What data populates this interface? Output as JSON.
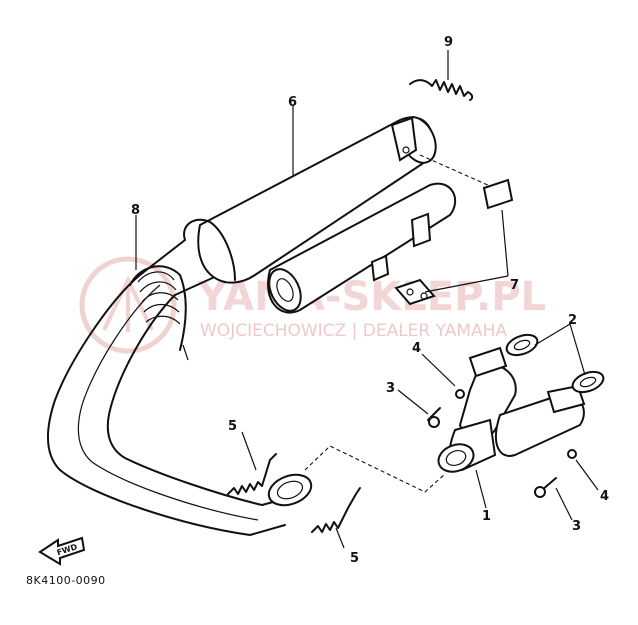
{
  "callouts": [
    {
      "id": "c1",
      "text": "1"
    },
    {
      "id": "c2",
      "text": "2"
    },
    {
      "id": "c3a",
      "text": "3"
    },
    {
      "id": "c3b",
      "text": "3"
    },
    {
      "id": "c4a",
      "text": "4"
    },
    {
      "id": "c4b",
      "text": "4"
    },
    {
      "id": "c5a",
      "text": "5"
    },
    {
      "id": "c5b",
      "text": "5"
    },
    {
      "id": "c6",
      "text": "6"
    },
    {
      "id": "c7",
      "text": "7"
    },
    {
      "id": "c8",
      "text": "8"
    },
    {
      "id": "c9",
      "text": "9"
    }
  ],
  "fwd_label": "FWD",
  "diagram_code": "8K4100-0090",
  "watermark": {
    "title": "YAMA-SKLEP.PL",
    "subtitle": "WOJCIECHOWICZ | DEALER YAMAHA",
    "color": "#e9b3b3"
  }
}
